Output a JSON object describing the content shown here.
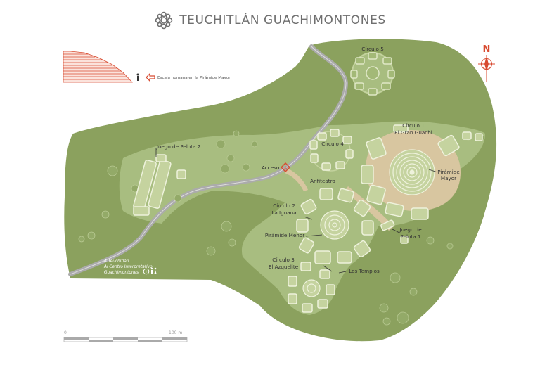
{
  "header": {
    "title": "TEUCHITLÁN GUACHIMONTONES",
    "logo_icon": "guachimontones-glyph-icon"
  },
  "legend": {
    "human_scale_label": "Escala humana en la Pirámide Mayor"
  },
  "compass": {
    "north_label": "N"
  },
  "labels": {
    "circulo5": "Círculo 5",
    "circulo1_line1": "Círculo 1",
    "circulo1_line2": "El Gran Guachi",
    "juego_pelota2": "Juego de Pelota 2",
    "circulo4": "Círculo 4",
    "acceso": "Acceso",
    "piramide_mayor_line1": "Pirámide",
    "piramide_mayor_line2": "Mayor",
    "anfiteatro": "Anfiteatro",
    "circulo2_line1": "Círculo 2",
    "circulo2_line2": "La Iguana",
    "piramide_menor": "Pirámide Menor",
    "juego_pelota1_line1": "Juego de",
    "juego_pelota1_line2": "Pelota 1",
    "circulo3_line1": "Círculo 3",
    "circulo3_line2": "El Azquelite",
    "los_templos": "Los Templos",
    "road_sign_line1": "A Teuchitlán",
    "road_sign_line2": "Al Centro Interpretativo",
    "road_sign_line3": "Guachimontones"
  },
  "scale_bar": {
    "start_label": "0",
    "end_label": "100 m"
  },
  "colors": {
    "outer_green": "#8ba15e",
    "inner_green": "#a8bd80",
    "structure_fill": "#c5d39f",
    "structure_stroke": "#eef2dc",
    "plaza": "#d8c6a0",
    "road": "#ababab",
    "accent_red": "#d84a30"
  }
}
